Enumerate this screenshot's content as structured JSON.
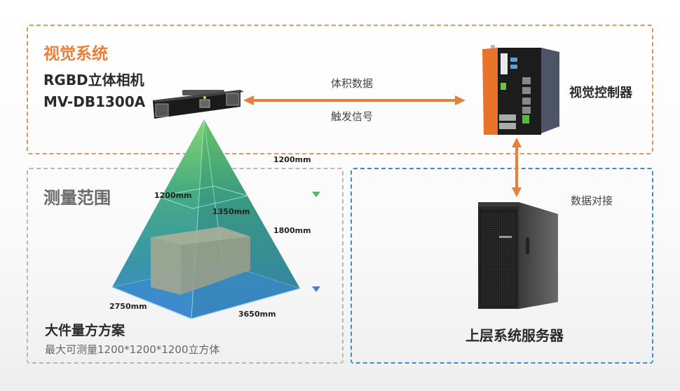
{
  "vision_system": {
    "title": "视觉系统",
    "camera": {
      "name_line1": "RGBD立体相机",
      "name_line2": "MV-DB1300A"
    },
    "link": {
      "top_label": "体积数据",
      "bottom_label": "触发信号"
    },
    "controller": {
      "label": "视觉控制器"
    }
  },
  "measurement_range": {
    "title": "测量范围",
    "dimensions": {
      "near_distance": "1200mm",
      "far_distance": "1800mm",
      "mid_width": "1200mm",
      "mid_depth": "1350mm",
      "base_width": "2750mm",
      "base_depth": "3650mm"
    },
    "scheme_title": "大件量方方案",
    "scheme_desc": "最大可测量1200*1200*1200立方体"
  },
  "server_section": {
    "link_label": "数据对接",
    "server_label": "上层系统服务器"
  },
  "colors": {
    "vision_border": "#e8955a",
    "range_border": "#b8b8b8",
    "server_border": "#3c8ec4",
    "accent_orange": "#e87f3a",
    "arrow_green": "#4fbf5a",
    "arrow_blue": "#4a7fc4"
  }
}
